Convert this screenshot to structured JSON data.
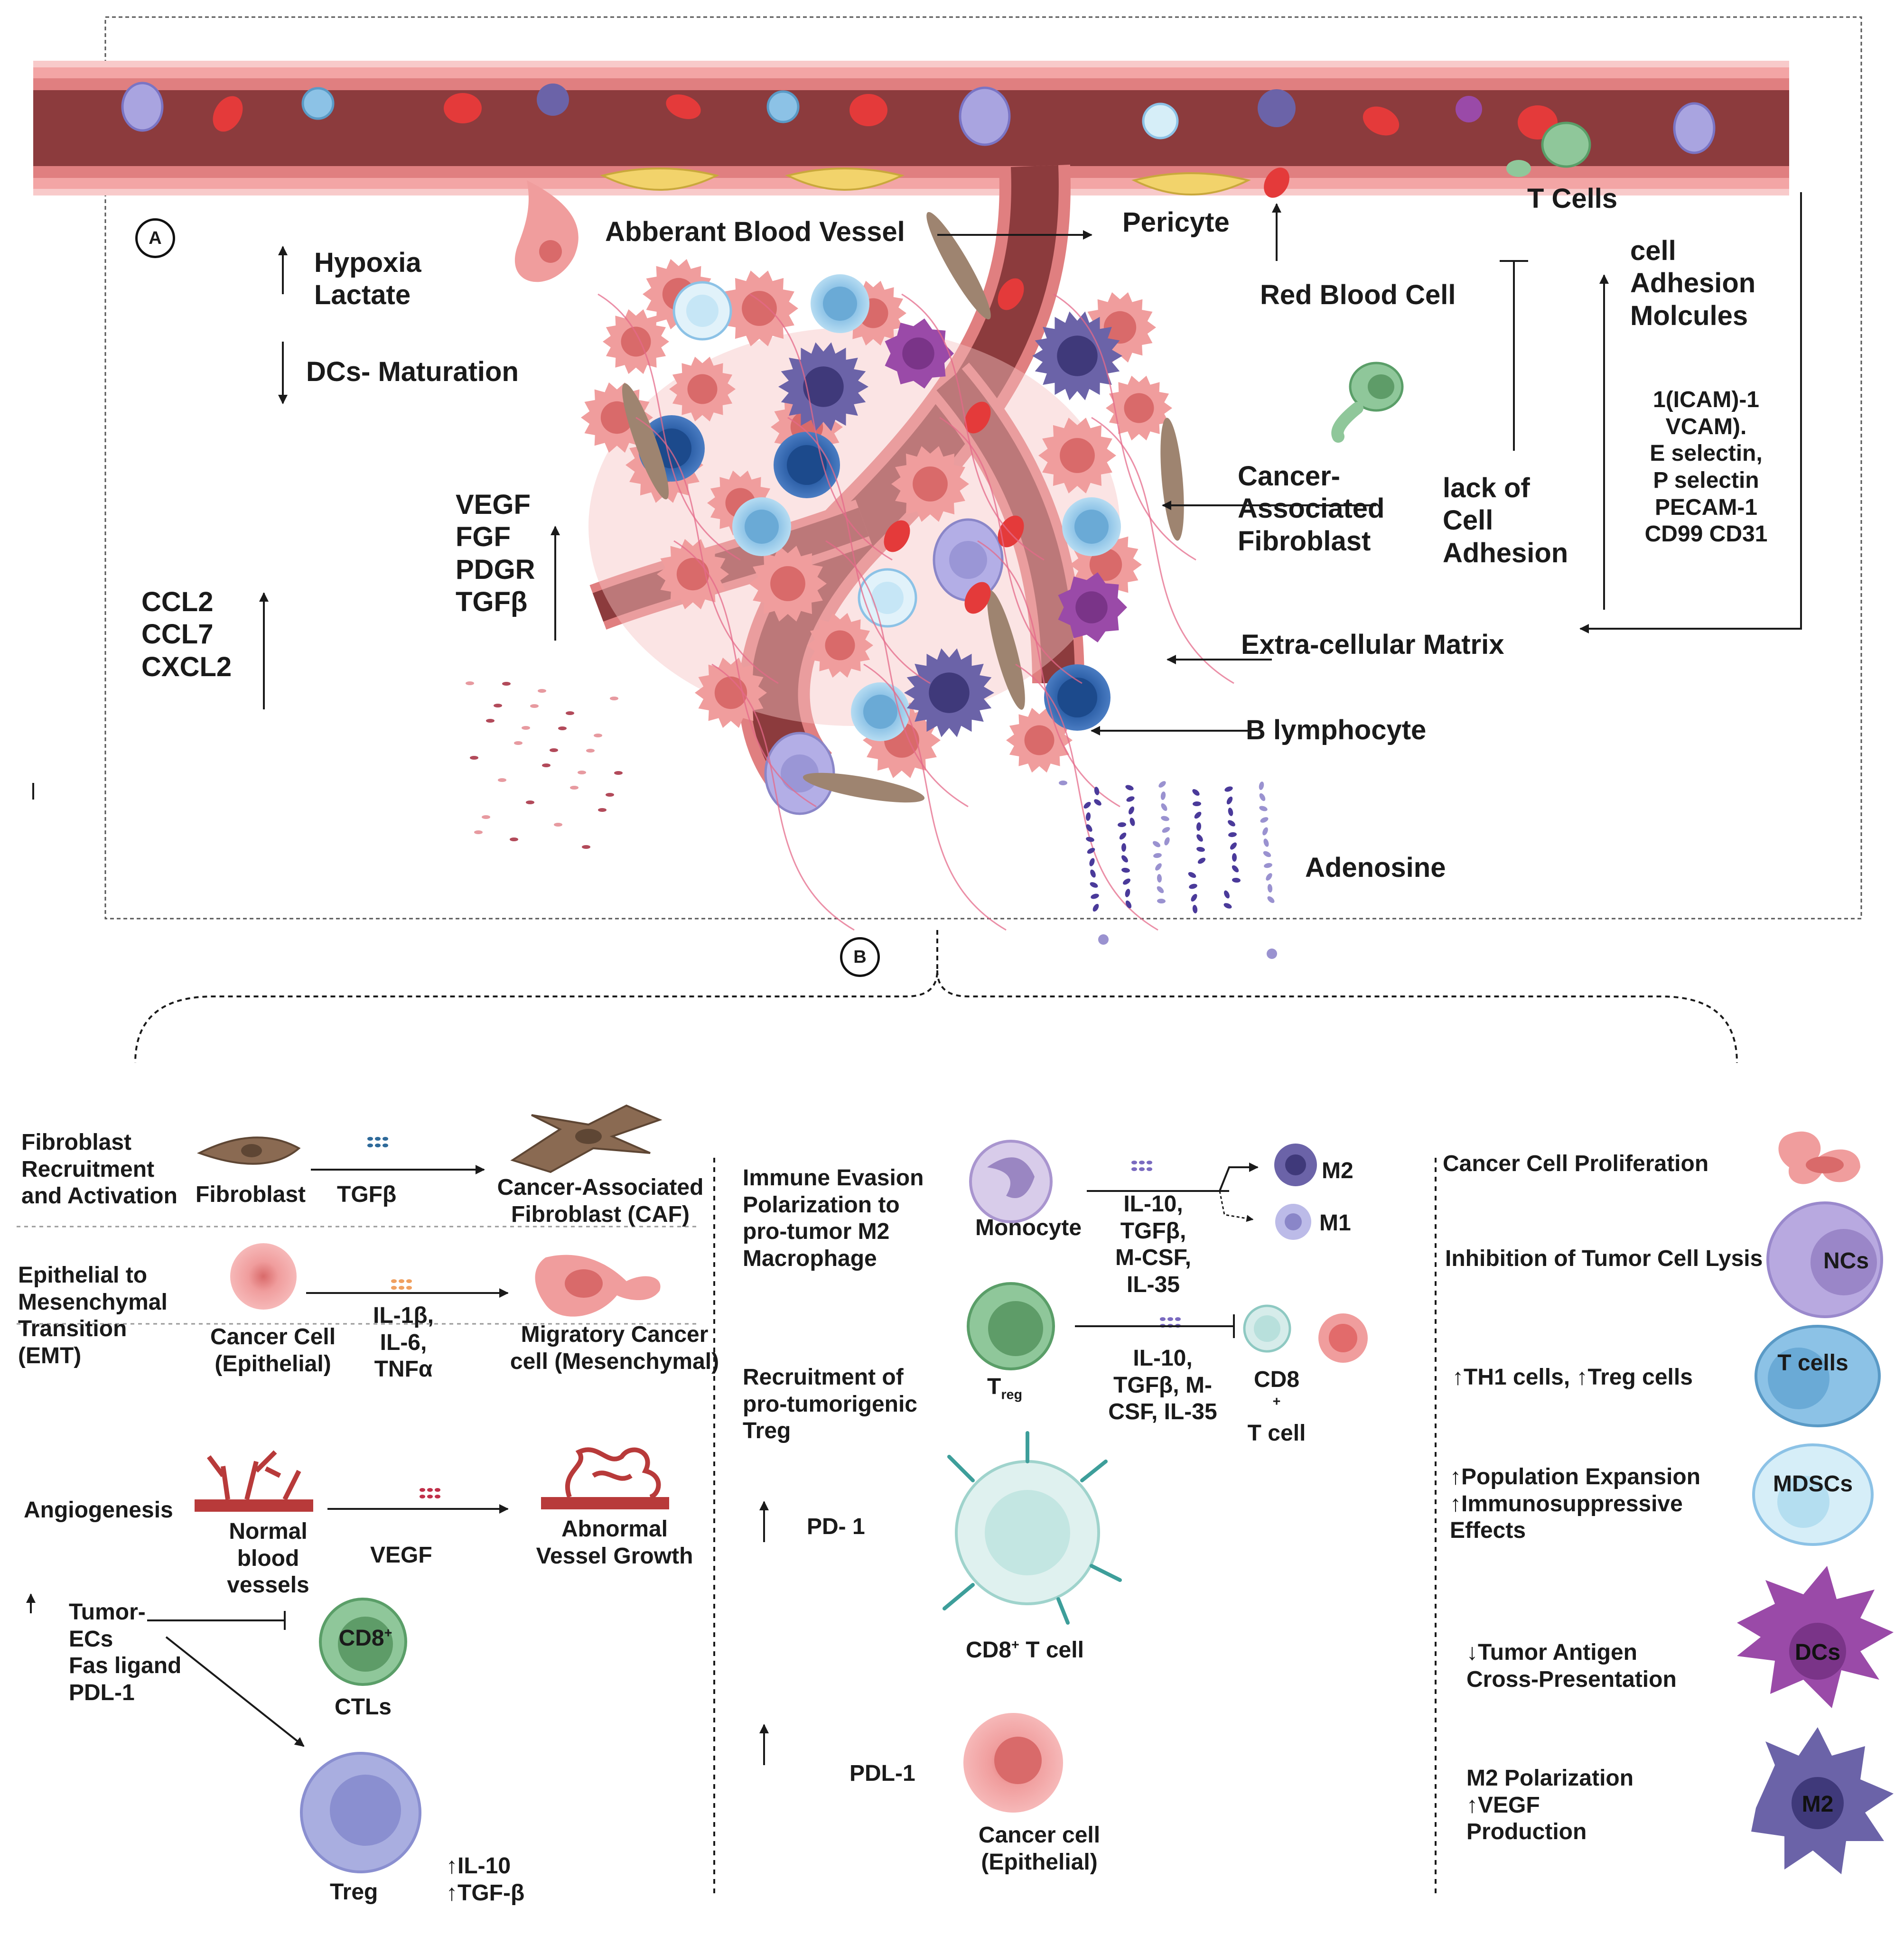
{
  "panel_a": {
    "badge": "A",
    "hypoxia": [
      "Hypoxia",
      "Lactate"
    ],
    "dcs_maturation": "DCs- Maturation",
    "abberant_vessel": "Abberant Blood Vessel",
    "pericyte": "Pericyte",
    "red_blood_cell": "Red Blood Cell",
    "t_cells": "T Cells",
    "adhesion_title": [
      "cell",
      "Adhesion",
      "Molcules"
    ],
    "adhesion_list": [
      "1(ICAM)-1",
      "VCAM).",
      "E selectin,",
      "P selectin",
      "PECAM-1",
      "CD99 CD31"
    ],
    "lack_adhesion": [
      "lack of",
      "Cell",
      "Adhesion"
    ],
    "caf": [
      "Cancer-",
      "Associated",
      "Fibroblast"
    ],
    "growth_factors": [
      "VEGF",
      "FGF",
      "PDGR",
      "TGFβ"
    ],
    "chemokines": [
      "CCL2",
      "CCL7",
      "CXCL2"
    ],
    "ecm": "Extra-cellular Matrix",
    "b_lymphocyte": "B lymphocyte",
    "adenosine": "Adenosine"
  },
  "panel_b": {
    "badge": "B",
    "col1": {
      "fibro_title": [
        "Fibroblast",
        "Recruitment",
        "and Activation"
      ],
      "fibroblast": "Fibroblast",
      "tgfb": "TGFβ",
      "caf": [
        "Cancer-Associated",
        "Fibroblast (CAF)"
      ],
      "emt_title": [
        "Epithelial to",
        "Mesenchymal",
        "Transition",
        "(EMT)"
      ],
      "cancer_cell": [
        "Cancer Cell",
        "(Epithelial)"
      ],
      "emt_cytokines": [
        "IL-1β,",
        "IL-6,",
        "TNFα"
      ],
      "migratory": [
        "Migratory Cancer",
        "cell (Mesenchymal)"
      ],
      "angio_title": "Angiogenesis",
      "normal_vessels": [
        "Normal",
        "blood",
        "vessels"
      ],
      "vegf": "VEGF",
      "abnormal": [
        "Abnormal",
        "Vessel Growth"
      ],
      "tumor_ecs": [
        "Tumor-",
        "ECs",
        "Fas ligand",
        "PDL-1"
      ],
      "cd8_label": "CD8",
      "cd8_sup": "+",
      "ctls": "CTLs",
      "treg": "Treg",
      "treg_cytokines": [
        "↑IL-10",
        "↑TGF-β"
      ]
    },
    "col2": {
      "immune_title": [
        "Immune Evasion",
        "Polarization to",
        "pro-tumor M2",
        "Macrophage"
      ],
      "monocyte": "Monocyte",
      "mono_cytokines": [
        "IL-10,",
        "TGFβ,",
        "M-CSF,",
        "IL-35"
      ],
      "m2": "M2",
      "m1": "M1",
      "treg_title": [
        "Recruitment of",
        "pro-tumorigenic",
        "Treg"
      ],
      "treg_cell": "T",
      "treg_sub": "reg",
      "treg_cytokines": [
        "IL-10,",
        "TGFβ, M-",
        "CSF, IL-35"
      ],
      "cd8_tcell": [
        "CD8",
        "T cell"
      ],
      "pd1": "PD- 1",
      "cd8_t": "CD8",
      "cd8_t_suffix": " T cell",
      "pdl1": "PDL-1",
      "cancer_cell": [
        "Cancer cell",
        "(Epithelial)"
      ]
    },
    "col3": {
      "prolif": "Cancer Cell Proliferation",
      "lysis": "Inhibition of Tumor Cell Lysis",
      "ncs": "NCs",
      "th1": "↑TH1 cells, ↑Treg cells",
      "tcells": "T  cells",
      "mdsc_text": [
        "↑Population Expansion",
        "↑Immunosuppressive",
        "Effects"
      ],
      "mdscs": "MDSCs",
      "dc_text": [
        "↓Tumor Antigen",
        "Cross-Presentation"
      ],
      "dcs": "DCs",
      "m2_text": [
        "M2 Polarization",
        "↑VEGF",
        "Production"
      ],
      "m2": "M2"
    }
  },
  "colors": {
    "vessel_outer": "#e88a8a",
    "vessel_inner": "#8c3b3d",
    "cancer_cell": "#f2a3a3",
    "b_cell": "#2f5ea8",
    "t_cell": "#8cc2e6",
    "macrophage": "#6b63a8",
    "dc": "#9a4aa8",
    "fibroblast": "#9e8470",
    "treg_green": "#6aa874",
    "treg_purple": "#a9aee0",
    "mdsc": "#cdeaf4"
  }
}
